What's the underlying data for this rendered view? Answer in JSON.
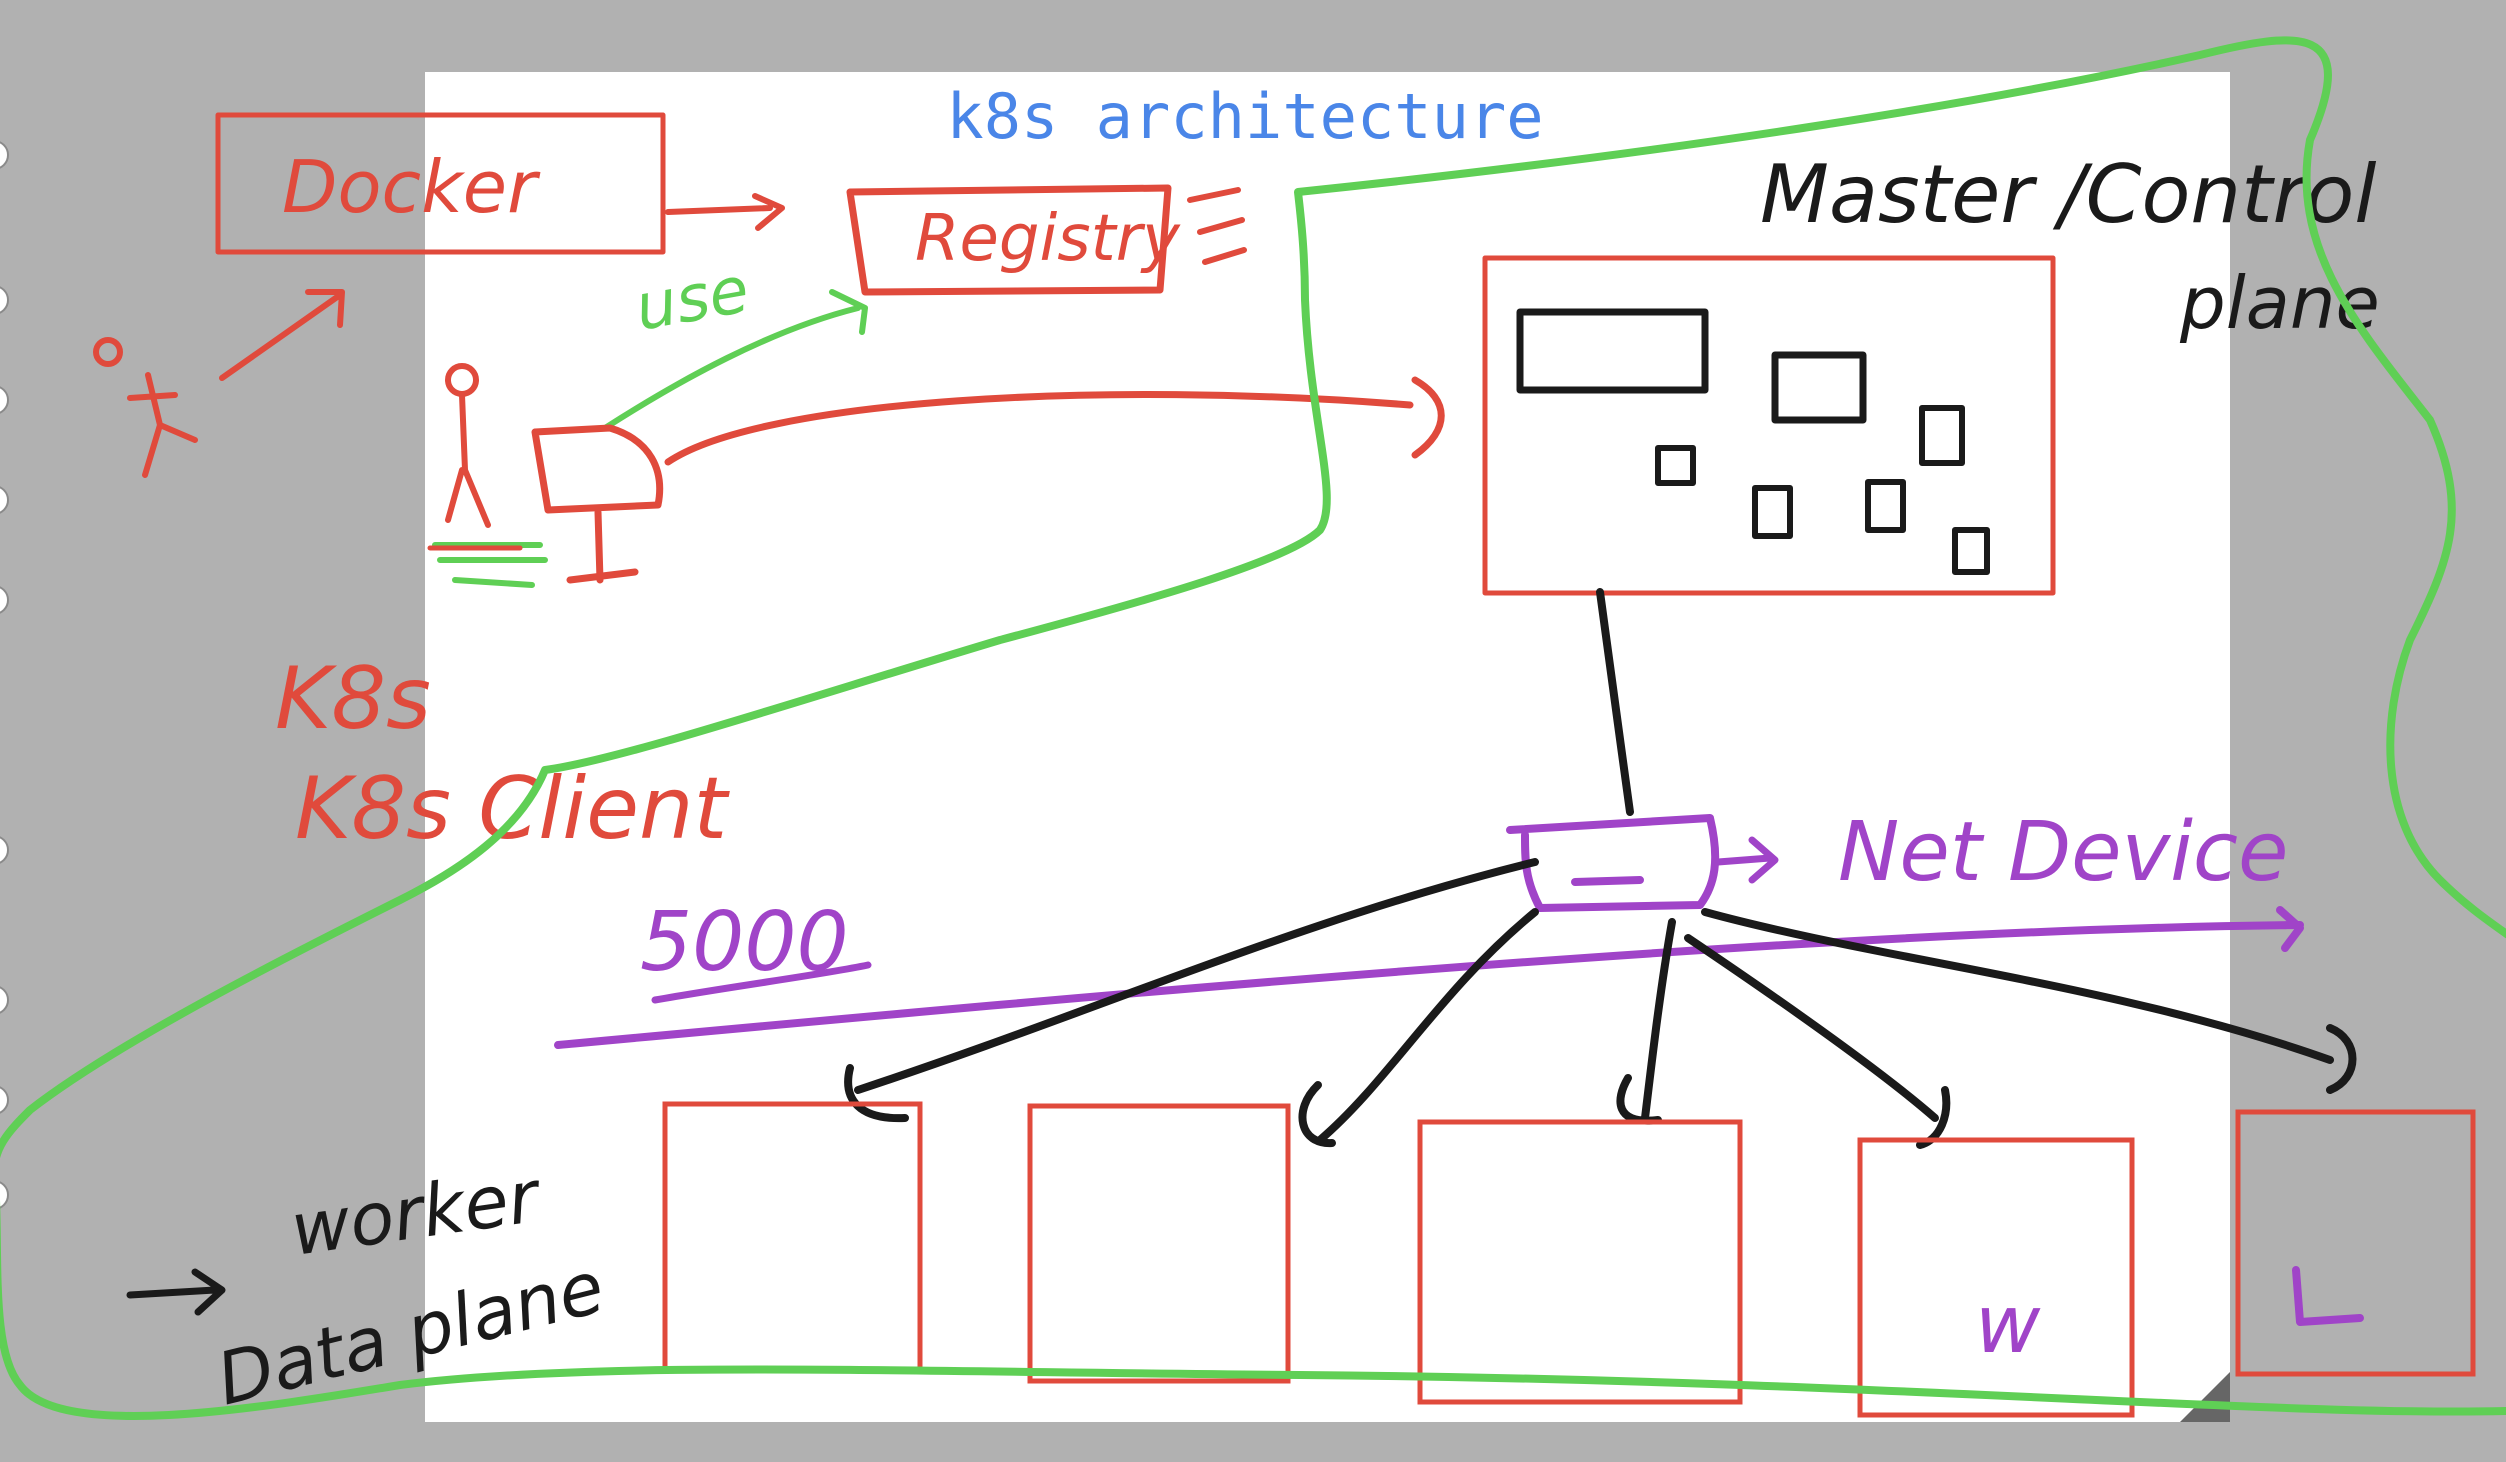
{
  "title": "k8s architecture",
  "labels": {
    "docker": "Docker",
    "registry": "Registry",
    "use": "use",
    "k8s_client": "K8s Client",
    "master": "Master /Control",
    "master_line2": "plane",
    "net_device": "Net Device",
    "port": "5000",
    "worker": "worker",
    "data_plane": "Data plane",
    "w_mark": "w",
    "l_mark": "L"
  },
  "colors": {
    "background": "#b1b1b1",
    "page": "#ffffff",
    "title": "#4a86e8",
    "red": "#e04a3c",
    "green": "#5fcf55",
    "black": "#1a1a1a",
    "purple": "#a044c8"
  },
  "icons": {
    "person": "stick-figure-icon",
    "computer": "computer-icon",
    "arrow": "arrow-icon"
  }
}
